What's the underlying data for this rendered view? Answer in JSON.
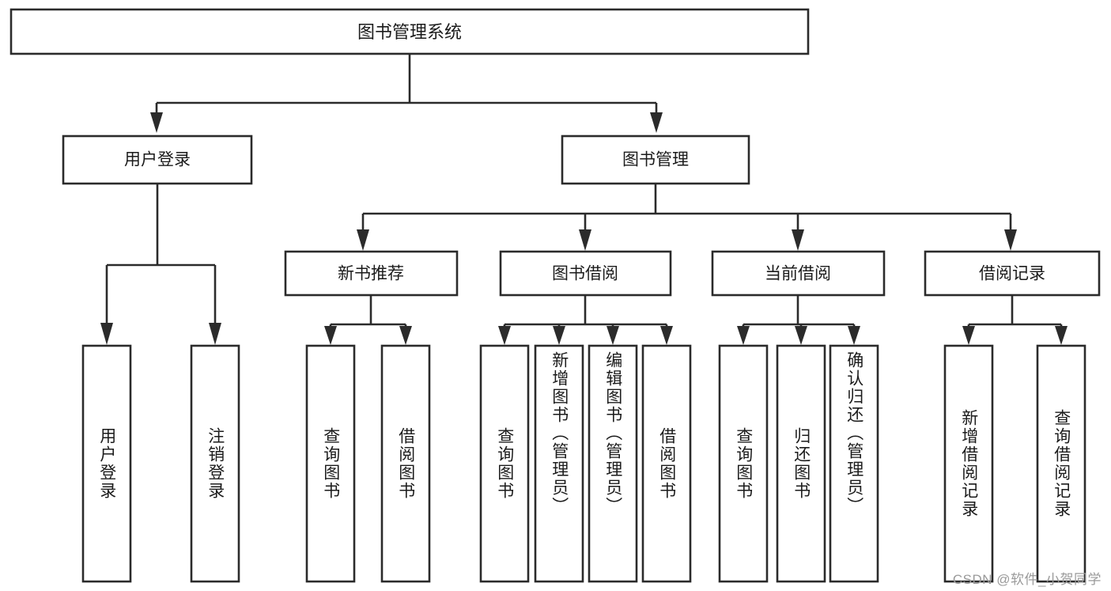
{
  "diagram": {
    "type": "tree",
    "title": "图书管理系统",
    "root": {
      "id": "root",
      "label": "图书管理系统"
    },
    "level2": [
      {
        "id": "user-login",
        "label": "用户登录"
      },
      {
        "id": "book-manage",
        "label": "图书管理"
      }
    ],
    "level3": [
      {
        "id": "new-book-rec",
        "label": "新书推荐",
        "parent": "book-manage"
      },
      {
        "id": "book-borrow",
        "label": "图书借阅",
        "parent": "book-manage"
      },
      {
        "id": "current-borrow",
        "label": "当前借阅",
        "parent": "book-manage"
      },
      {
        "id": "borrow-record",
        "label": "借阅记录",
        "parent": "book-manage"
      }
    ],
    "leaves": [
      {
        "id": "leaf-user-login",
        "label": "用户登录",
        "parent": "user-login"
      },
      {
        "id": "leaf-user-logout",
        "label": "注销登录",
        "parent": "user-login"
      },
      {
        "id": "leaf-query-book-1",
        "label": "查询图书",
        "parent": "new-book-rec"
      },
      {
        "id": "leaf-borrow-book-1",
        "label": "借阅图书",
        "parent": "new-book-rec"
      },
      {
        "id": "leaf-query-book-2",
        "label": "查询图书",
        "parent": "book-borrow"
      },
      {
        "id": "leaf-add-book",
        "label": "新增图书（管理员）",
        "parent": "book-borrow"
      },
      {
        "id": "leaf-edit-book",
        "label": "编辑图书（管理员）",
        "parent": "book-borrow"
      },
      {
        "id": "leaf-borrow-book-2",
        "label": "借阅图书",
        "parent": "book-borrow"
      },
      {
        "id": "leaf-query-book-3",
        "label": "查询图书",
        "parent": "current-borrow"
      },
      {
        "id": "leaf-return-book",
        "label": "归还图书",
        "parent": "current-borrow"
      },
      {
        "id": "leaf-confirm-return",
        "label": "确认归还（管理员）",
        "parent": "current-borrow"
      },
      {
        "id": "leaf-add-record",
        "label": "新增借阅记录",
        "parent": "borrow-record"
      },
      {
        "id": "leaf-query-record",
        "label": "查询借阅记录",
        "parent": "borrow-record"
      }
    ],
    "colors": {
      "line": "#2b2b2b",
      "box_fill": "#ffffff",
      "text": "#1b1b1b",
      "background": "#ffffff",
      "watermark": "#9a9a9a"
    }
  },
  "watermark": {
    "text": "CSDN @软件_小贺同学"
  }
}
